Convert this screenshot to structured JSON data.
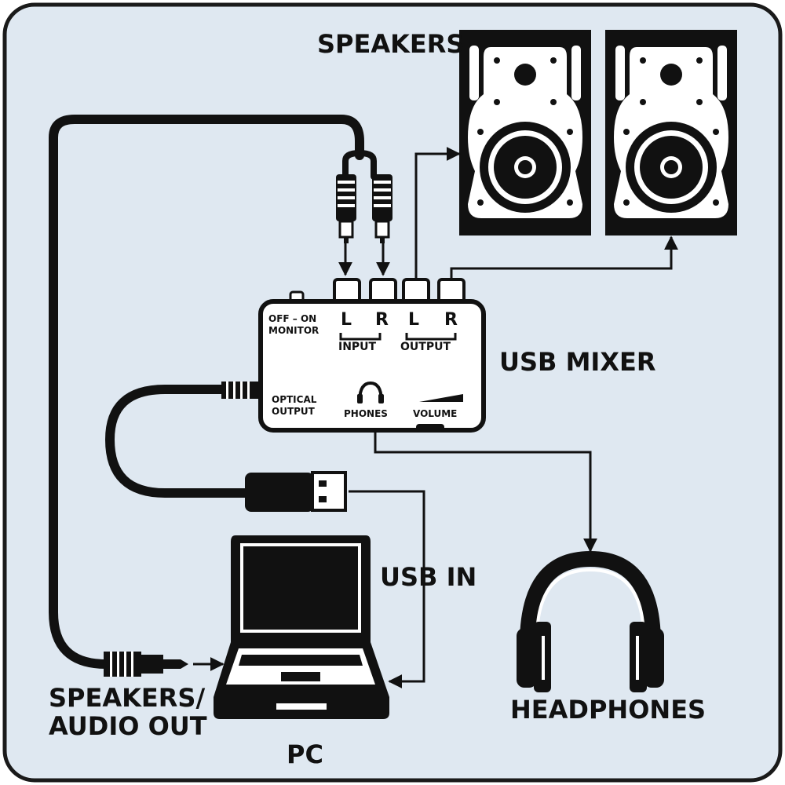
{
  "labels": {
    "speakers": "SPEAKERS",
    "usb_mixer": "USB MIXER",
    "usb_in": "USB IN",
    "speakers_audio_out_line1": "SPEAKERS/",
    "speakers_audio_out_line2": "AUDIO OUT",
    "pc": "PC",
    "headphones": "HEADPHONES"
  },
  "mixer": {
    "off_on": "OFF – ON",
    "monitor": "MONITOR",
    "l1": "L",
    "r1": "R",
    "l2": "L",
    "r2": "R",
    "input": "INPUT",
    "output": "OUTPUT",
    "optical1": "OPTICAL",
    "optical2": "OUTPUT",
    "phones": "PHONES",
    "volume": "VOLUME"
  },
  "colors": {
    "background": "#dfe8f1",
    "border": "#1a1a1a",
    "ink": "#111111",
    "device_fill": "#ffffff"
  },
  "icons": [
    "speaker-icon",
    "speaker-icon",
    "usb-mixer-icon",
    "laptop-icon",
    "headphones-icon",
    "rca-plug-icon",
    "usb-plug-icon",
    "jack-plug-icon"
  ]
}
